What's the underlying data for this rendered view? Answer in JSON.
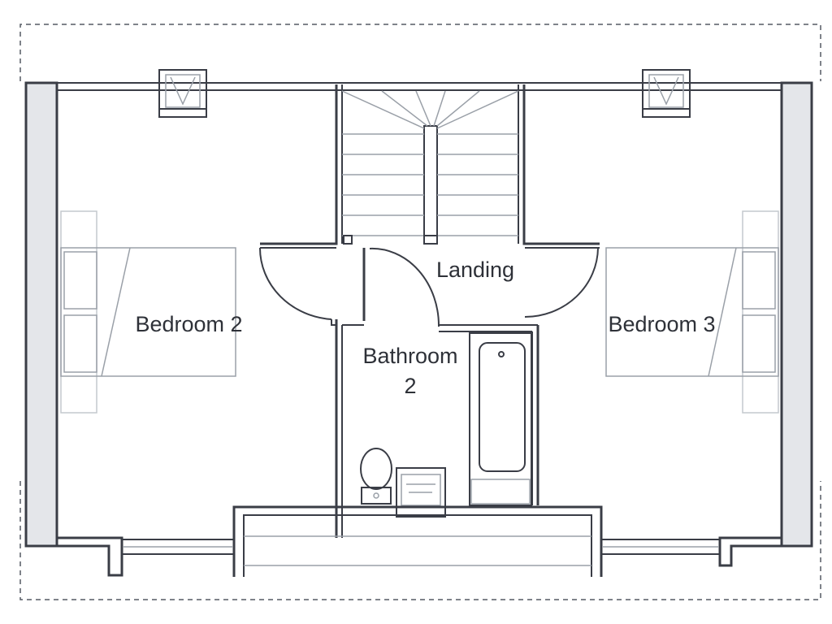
{
  "plan": {
    "rooms": {
      "bedroom2": "Bedroom 2",
      "bedroom3": "Bedroom 3",
      "landing": "Landing",
      "bathroom_line1": "Bathroom",
      "bathroom_line2": "2"
    }
  }
}
